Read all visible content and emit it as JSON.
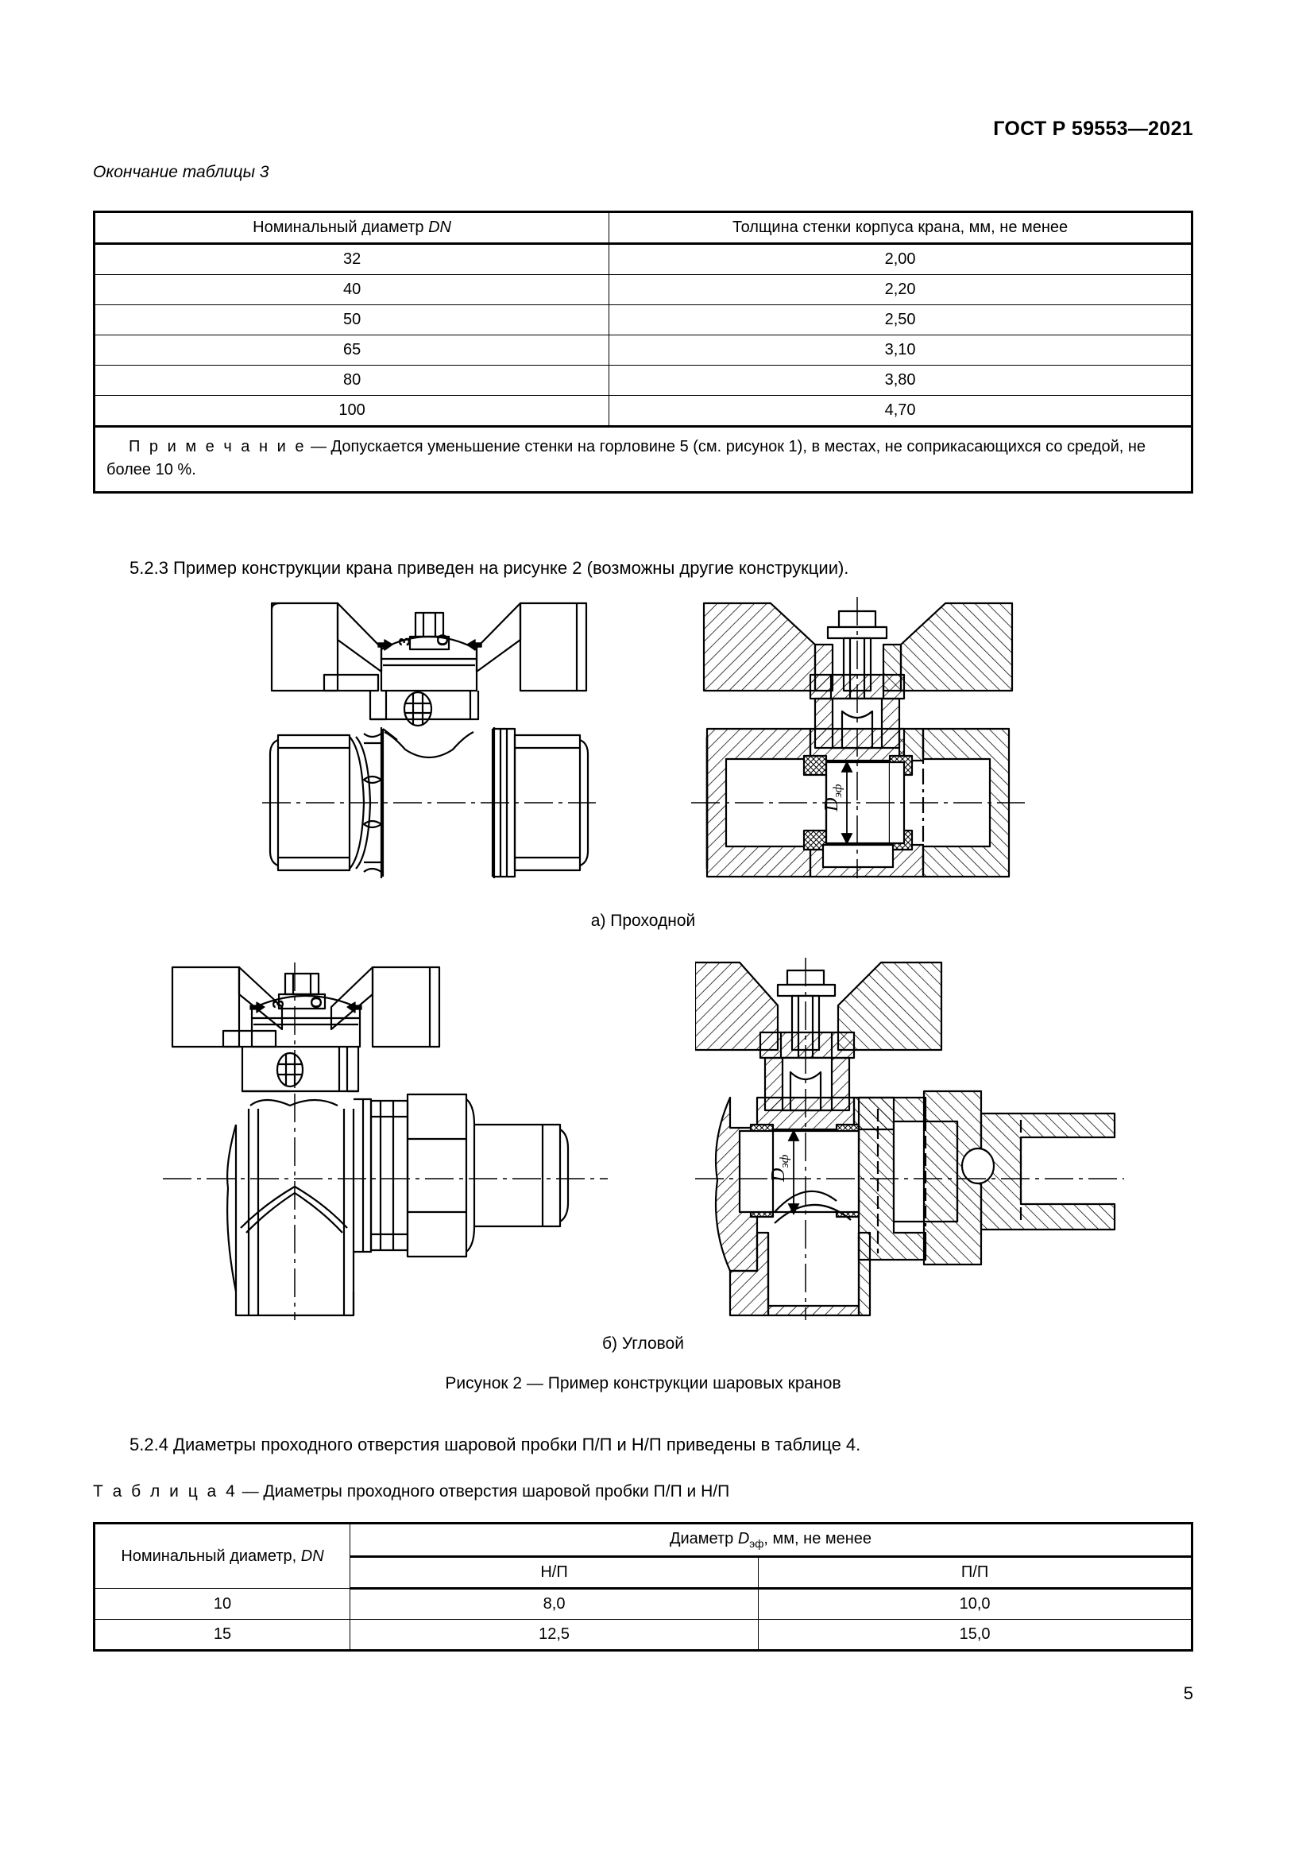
{
  "header": {
    "standard": "ГОСТ Р 59553—2021"
  },
  "table3": {
    "caption": "Окончание таблицы 3",
    "columns": [
      "Номинальный диаметр DN",
      "Толщина стенки корпуса крана, мм, не менее"
    ],
    "col1_prefix": "Номинальный диаметр ",
    "col1_italic": "DN",
    "rows": [
      [
        "32",
        "2,00"
      ],
      [
        "40",
        "2,20"
      ],
      [
        "50",
        "2,50"
      ],
      [
        "65",
        "3,10"
      ],
      [
        "80",
        "3,80"
      ],
      [
        "100",
        "4,70"
      ]
    ],
    "note_label": "П р и м е ч а н и е",
    "note_text": " — Допускается уменьшение стенки на горловине 5 (см. рисунок 1), в местах, не соприкасающихся со средой, не более 10 %."
  },
  "clause_523": "5.2.3  Пример конструкции крана приведен на рисунке 2 (возможны другие конструкции).",
  "figure2": {
    "caption_a": "а) Проходной",
    "caption_b": "б) Угловой",
    "caption_main": "Рисунок 2 — Пример конструкции шаровых кранов",
    "dimension_label": "Dэф",
    "dimension_base": "D",
    "dimension_sub": "эф"
  },
  "clause_524": "5.2.4  Диаметры проходного отверстия шаровой пробки П/П и Н/П приведены в таблице 4.",
  "table4": {
    "caption_spaced": "Т а б л и ц а   4",
    "caption_rest": " — Диаметры проходного отверстия шаровой пробки П/П и Н/П",
    "col_dn_prefix": "Номинальный диаметр, ",
    "col_dn_italic": "DN",
    "col_group_prefix": "Диаметр ",
    "col_group_italic": "D",
    "col_group_sub": "эф",
    "col_group_suffix": ", мм, не менее",
    "col_np": "Н/П",
    "col_pp": "П/П",
    "rows": [
      [
        "10",
        "8,0",
        "10,0"
      ],
      [
        "15",
        "12,5",
        "15,0"
      ]
    ]
  },
  "page_number": "5"
}
